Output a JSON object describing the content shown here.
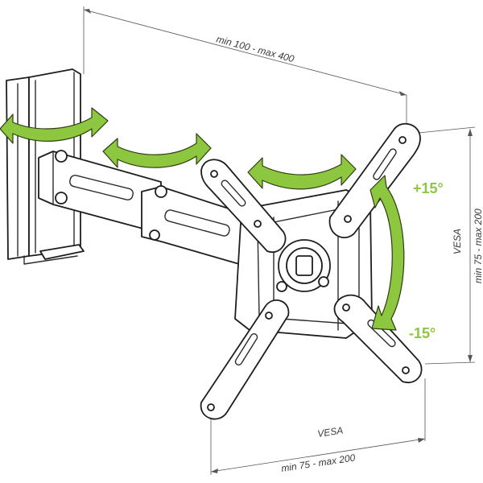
{
  "dimensions": {
    "arm_extension": "min 100 - max 400",
    "vesa_vertical_title": "VESA",
    "vesa_vertical_range": "min 75 - max 200",
    "vesa_horizontal_title": "VESA",
    "vesa_horizontal_range": "min 75 - max 200"
  },
  "tilt": {
    "up": "+15°",
    "down": "-15°"
  },
  "colors": {
    "accent": "#8dc63f",
    "line": "#2b2b2b"
  }
}
